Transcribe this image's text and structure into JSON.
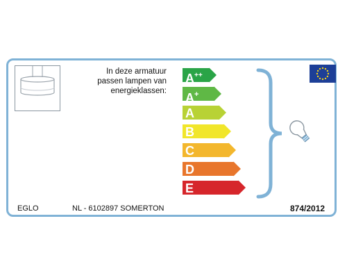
{
  "intro": {
    "lines": [
      "In deze armatuur",
      "passen lampen van",
      "energieklassen:"
    ]
  },
  "classes": [
    {
      "letter": "A",
      "sup": "++",
      "color": "#2aa447"
    },
    {
      "letter": "A",
      "sup": "+",
      "color": "#5fb845"
    },
    {
      "letter": "A",
      "sup": "",
      "color": "#b8d235"
    },
    {
      "letter": "B",
      "sup": "",
      "color": "#f1e62a"
    },
    {
      "letter": "C",
      "sup": "",
      "color": "#f3b72d"
    },
    {
      "letter": "D",
      "sup": "",
      "color": "#e8762c"
    },
    {
      "letter": "E",
      "sup": "",
      "color": "#d6262b"
    }
  ],
  "footer": {
    "brand": "EGLO",
    "model": "NL - 6102897 SOMERTON",
    "regulation": "874/2012"
  },
  "icons": {
    "lamp": "pendant-lamp-icon",
    "brace": "curly-brace-icon",
    "bulb": "light-bulb-icon",
    "flag": "eu-flag-icon"
  },
  "colors": {
    "frame": "#7fb2d6",
    "eu_blue": "#1d3f97",
    "eu_star": "#f7d417"
  }
}
